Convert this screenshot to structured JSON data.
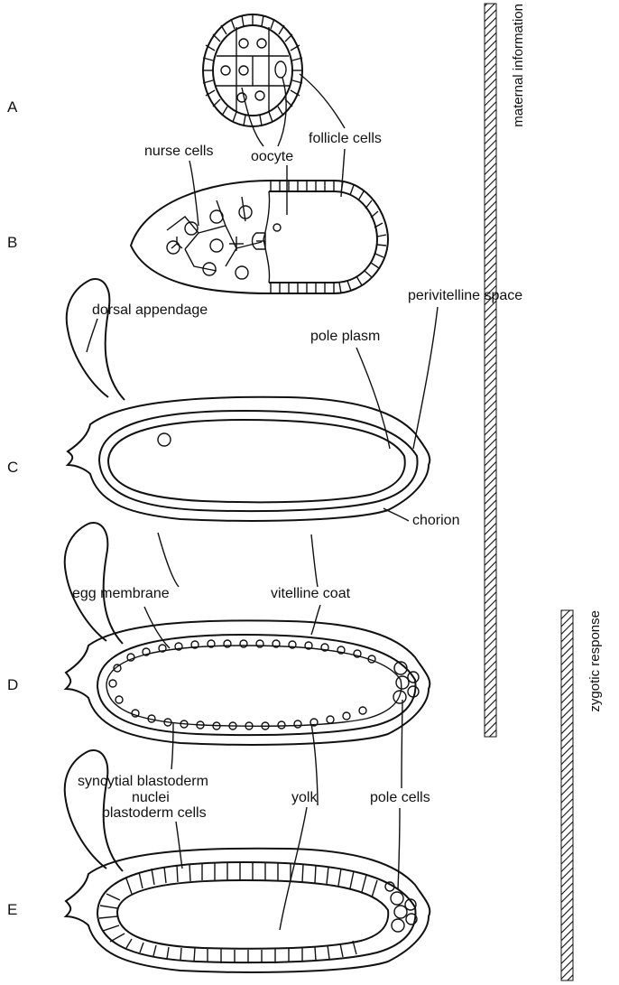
{
  "stages": {
    "a": "A",
    "b": "B",
    "c": "C",
    "d": "D",
    "e": "E"
  },
  "labels": {
    "nurse_cells": "nurse cells",
    "oocyte": "oocyte",
    "follicle_cells": "follicle cells",
    "dorsal_appendage": "dorsal appendage",
    "perivitelline_space": "perivitelline space",
    "pole_plasm": "pole plasm",
    "chorion": "chorion",
    "egg_membrane": "egg membrane",
    "vitelline_coat": "vitelline coat",
    "syncytial_blastoderm_nuclei_line1": "syncytial blastoderm",
    "syncytial_blastoderm_nuclei_line2": "nuclei",
    "pole_cells": "pole cells",
    "yolk": "yolk",
    "blastoderm_cells": "blastoderm cells"
  },
  "bars": {
    "maternal": "maternal information",
    "zygotic": "zygotic response"
  }
}
